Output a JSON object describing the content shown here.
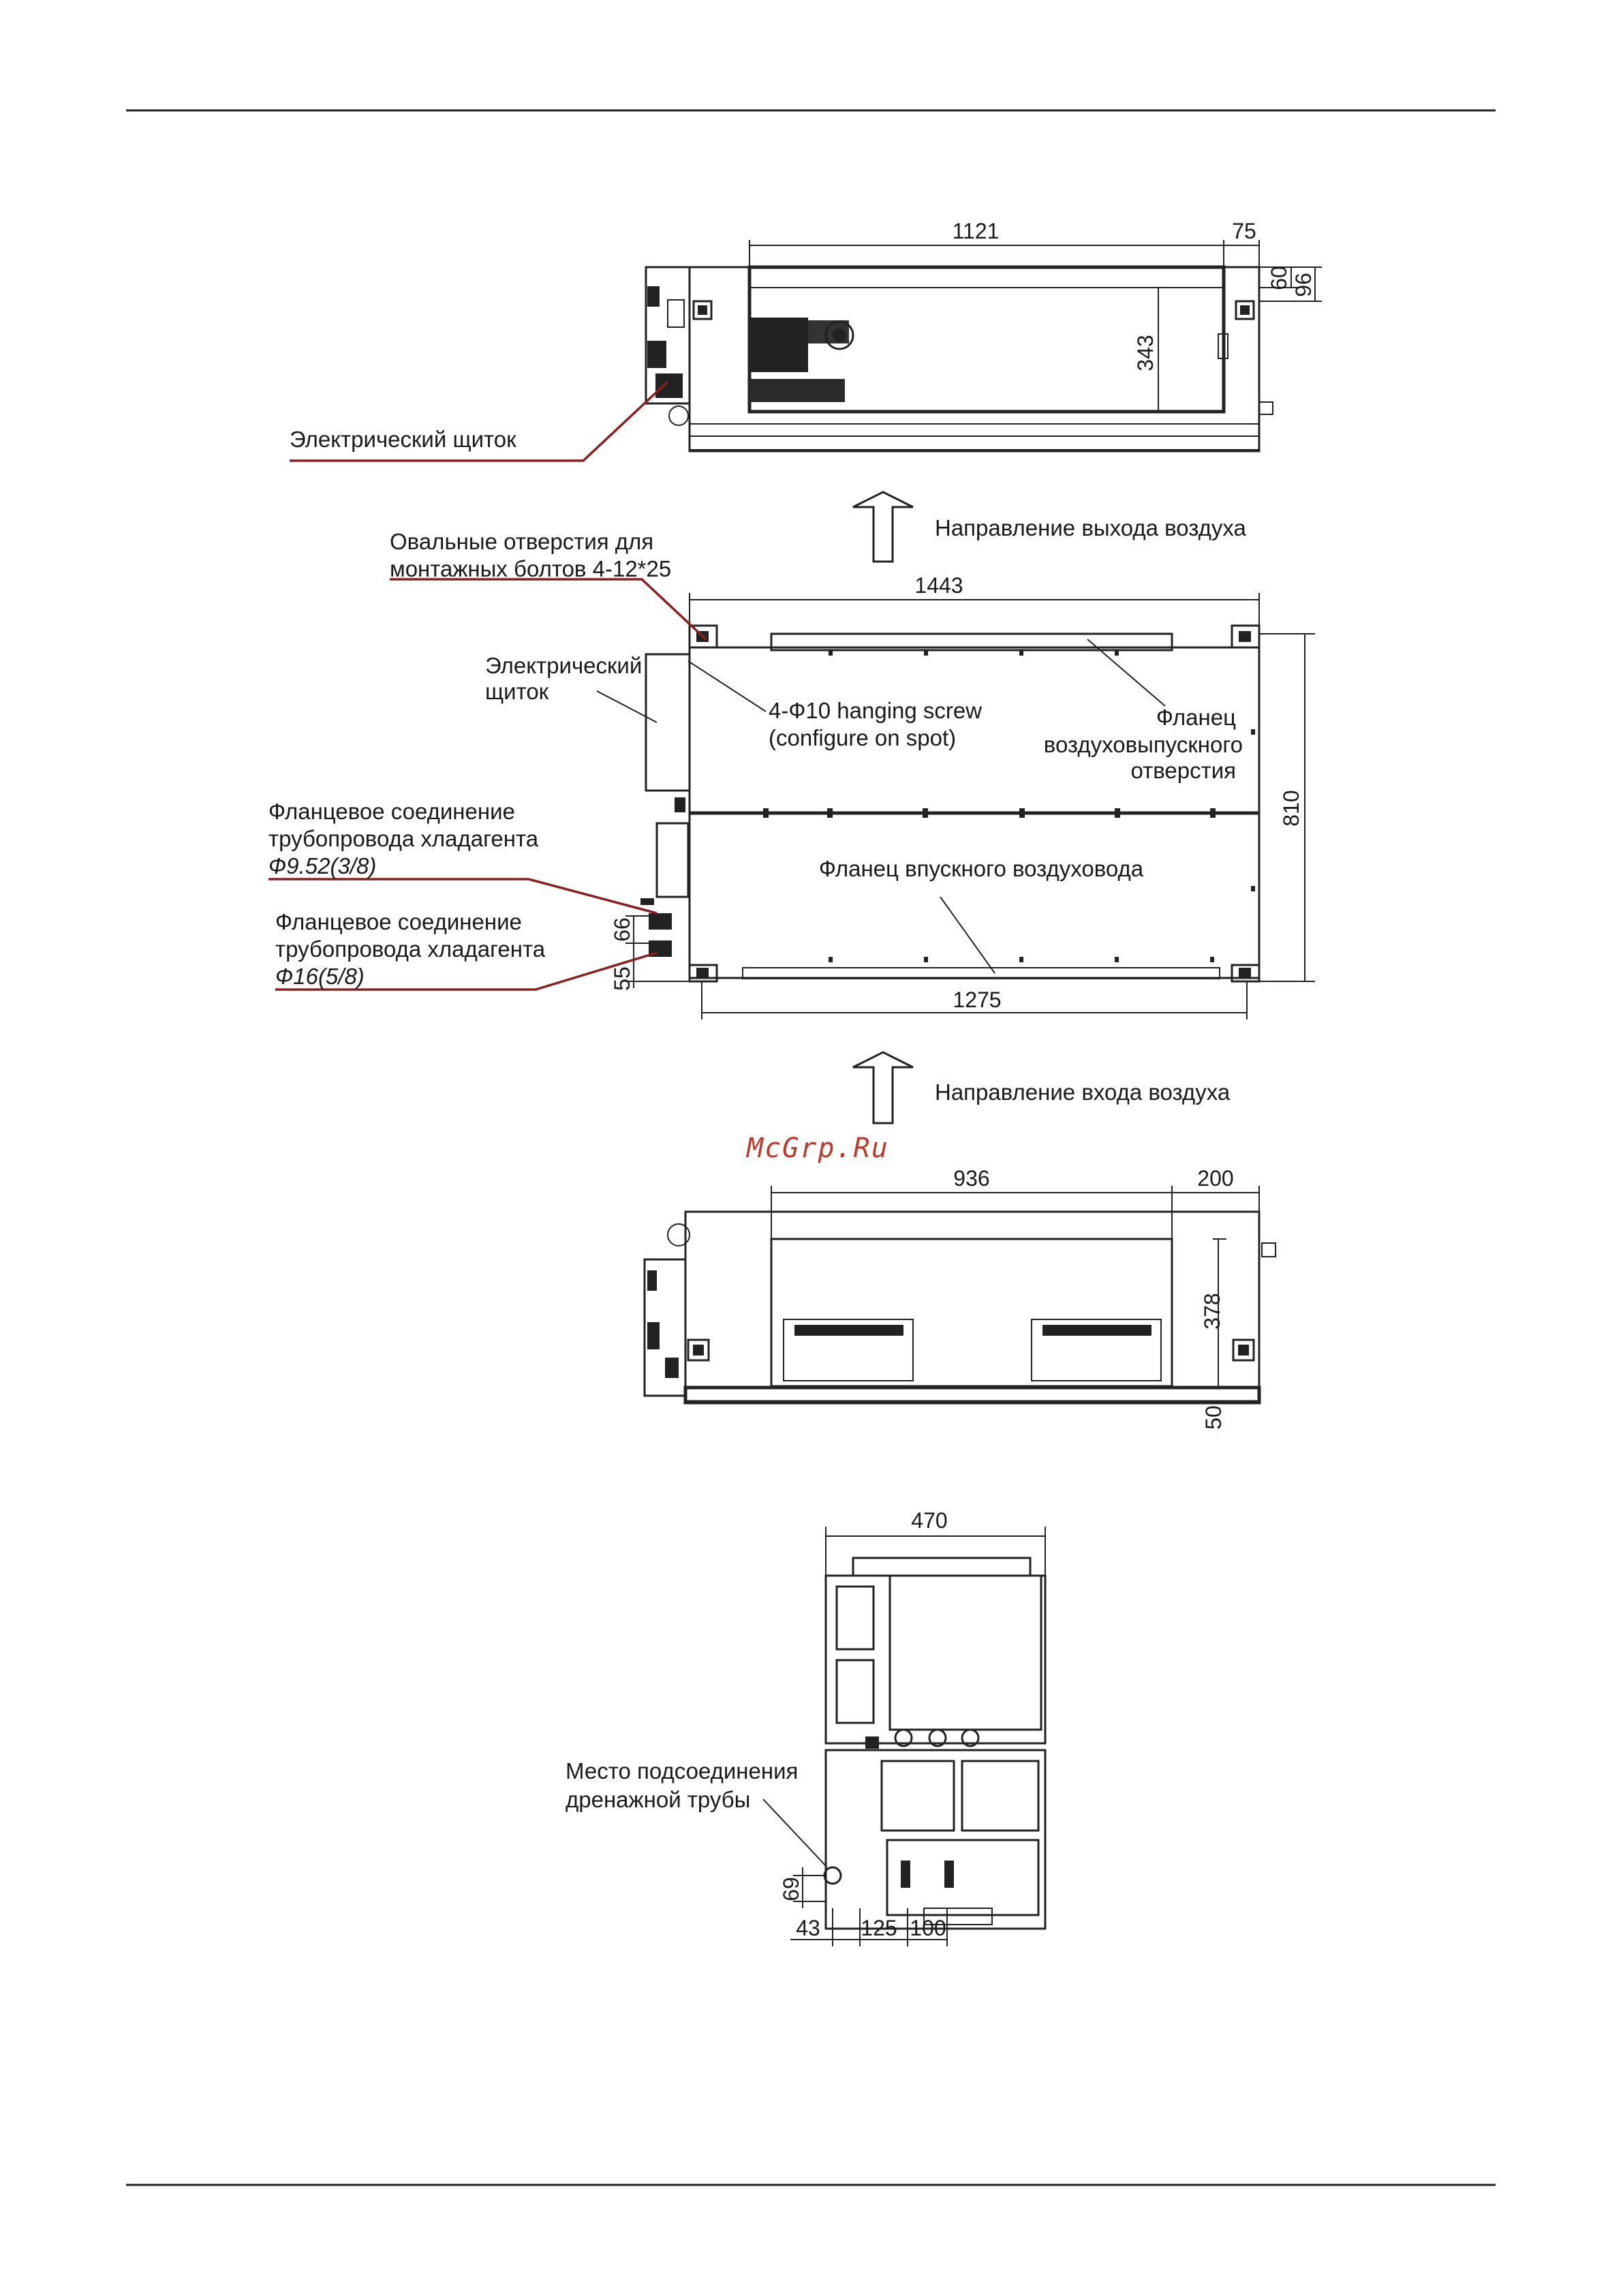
{
  "labels": {
    "electric_panel_top": "Электрический щиток",
    "oval_holes_1": "Овальные отверстия для",
    "oval_holes_2": "монтажных болтов 4-12*25",
    "air_out": "Направление выхода воздуха",
    "electric_panel_1": "Электрический",
    "electric_panel_2": "щиток",
    "hanging_screw_1": "4-Ф10 hanging screw",
    "hanging_screw_2": "(configure on spot)",
    "outlet_flange_1": "Фланец",
    "outlet_flange_2": "воздуховыпускного",
    "outlet_flange_3": "отверстия",
    "pipe_small_1": "Фланцевое соединение",
    "pipe_small_2": "трубопровода хладагента",
    "pipe_small_3": "Ф9.52(3/8)",
    "inlet_flange": "Фланец впускного воздуховода",
    "pipe_large_1": "Фланцевое соединение",
    "pipe_large_2": "трубопровода хладагента",
    "pipe_large_3": "Ф16(5/8)",
    "air_in": "Направление входа воздуха",
    "drain_1": "Место подсоединения",
    "drain_2": "дренажной трубы",
    "watermark": "McGrp.Ru"
  },
  "dimensions": {
    "top_width": "1121",
    "top_right": "75",
    "top_h60": "60",
    "top_h96": "96",
    "top_h343": "343",
    "plan_width": "1443",
    "plan_depth": "810",
    "plan_bottom": "1275",
    "plan_66": "66",
    "plan_55": "55",
    "back_936": "936",
    "back_200": "200",
    "back_378": "378",
    "back_50": "50",
    "side_470": "470",
    "side_69": "69",
    "side_43": "43",
    "side_125": "125",
    "side_100": "100"
  }
}
